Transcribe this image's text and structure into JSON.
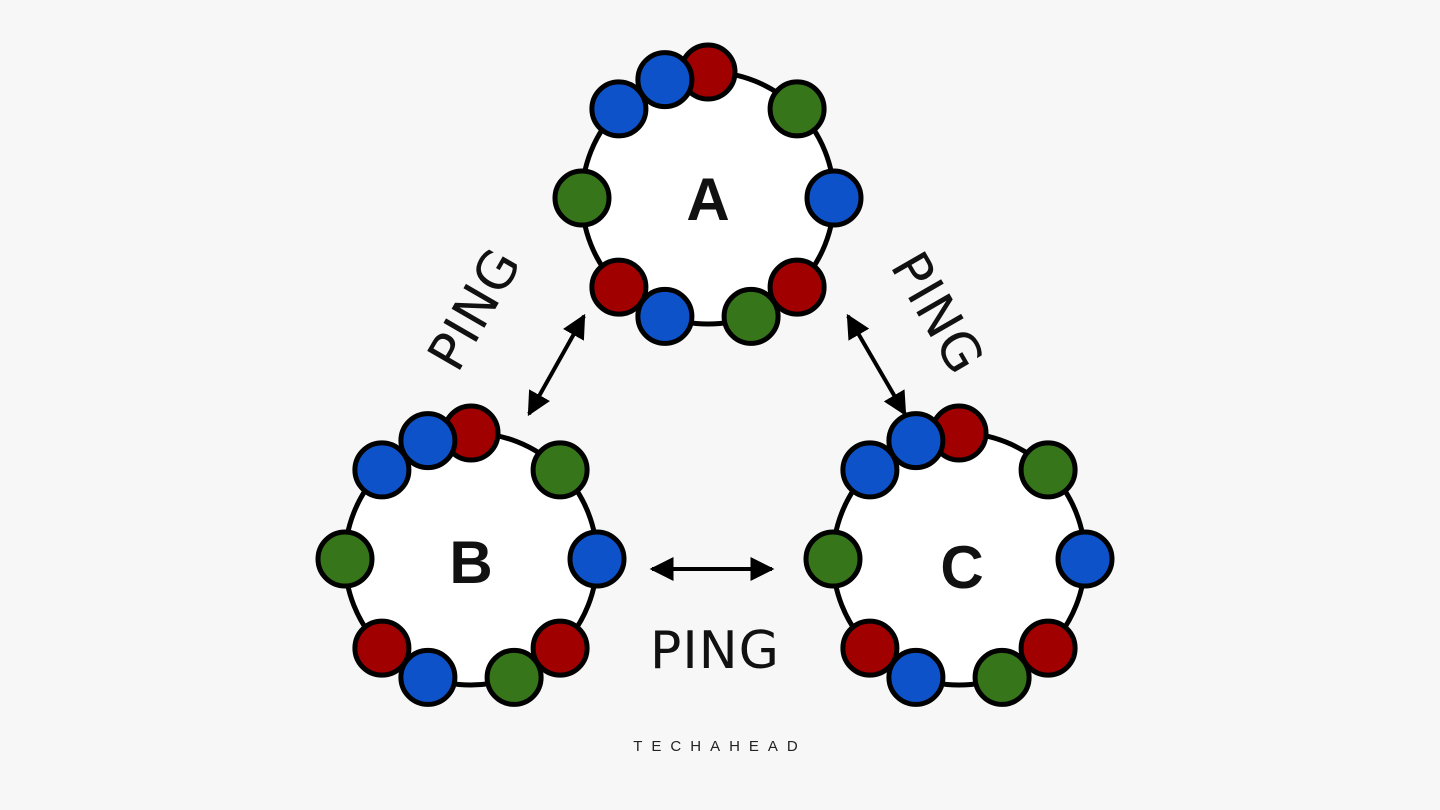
{
  "nodes": [
    {
      "id": "a",
      "label": "A",
      "beads": [
        "red",
        "green",
        "blue",
        "red",
        "green",
        "blue",
        "red",
        "green",
        "blue",
        "blue"
      ]
    },
    {
      "id": "b",
      "label": "B",
      "beads": [
        "red",
        "green",
        "blue",
        "red",
        "green",
        "blue",
        "red",
        "green",
        "blue",
        "blue"
      ]
    },
    {
      "id": "c",
      "label": "C",
      "beads": [
        "red",
        "green",
        "blue",
        "red",
        "green",
        "blue",
        "red",
        "green",
        "blue",
        "blue"
      ]
    }
  ],
  "links": [
    {
      "from": "A",
      "to": "B",
      "label": "PING"
    },
    {
      "from": "A",
      "to": "C",
      "label": "PING"
    },
    {
      "from": "B",
      "to": "C",
      "label": "PING"
    }
  ],
  "colors": {
    "red": "#a10000",
    "green": "#37751b",
    "blue": "#0e52c9",
    "ring_fill": "#ffffff",
    "stroke": "#000000",
    "background": "#f7f7f7"
  },
  "brand": "TECHAHEAD"
}
